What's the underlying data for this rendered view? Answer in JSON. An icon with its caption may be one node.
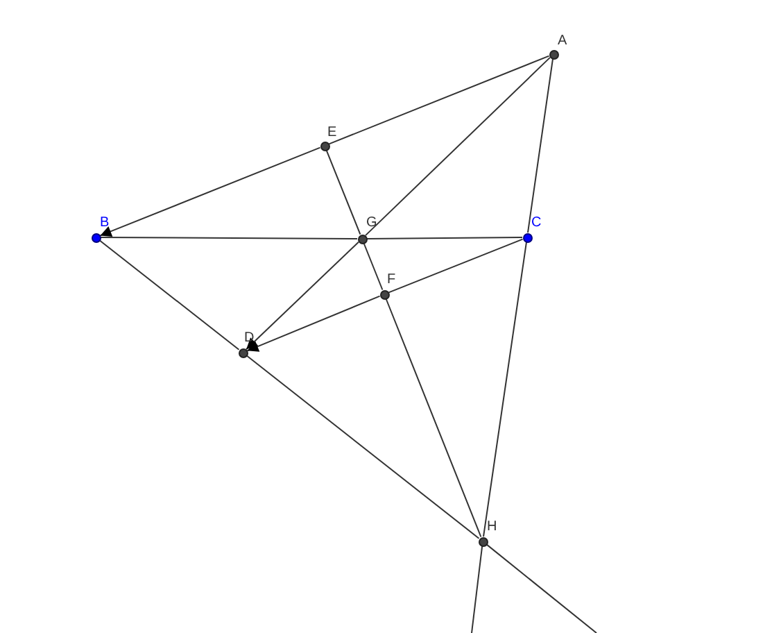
{
  "diagram": {
    "nodes": [
      {
        "text": [],
        "shape": "circle",
        "beside": [
          "A"
        ]
      },
      {
        "text": [],
        "shape": "circle",
        "beside": [
          "E"
        ]
      },
      {
        "text": [],
        "shape": "circle",
        "beside": [
          "B"
        ]
      },
      {
        "text": [],
        "shape": "circle",
        "beside": [
          "G"
        ]
      },
      {
        "text": [],
        "shape": "circle",
        "beside": [
          "C"
        ]
      },
      {
        "text": [],
        "shape": "circle",
        "beside": [
          "F"
        ]
      },
      {
        "text": [],
        "shape": "circle",
        "beside": [
          "D"
        ]
      },
      {
        "text": [],
        "shape": "circle",
        "beside": [
          "H"
        ]
      }
    ],
    "edges": [
      {
        "from": 0,
        "to": 1,
        "arrow": "none"
      },
      {
        "from": 1,
        "to": 2,
        "arrow": "to"
      },
      {
        "from": 0,
        "to": 3,
        "arrow": "none"
      },
      {
        "from": 3,
        "to": 6,
        "arrow": "to"
      },
      {
        "from": 4,
        "to": 5,
        "arrow": "none"
      },
      {
        "from": 5,
        "to": 6,
        "arrow": "to"
      },
      {
        "from": 2,
        "to": 3,
        "arrow": "none"
      },
      {
        "from": 3,
        "to": 4,
        "arrow": "none"
      },
      {
        "from": 1,
        "to": 3,
        "arrow": "none"
      },
      {
        "from": 3,
        "to": 5,
        "arrow": "none"
      },
      {
        "from": 5,
        "to": 7,
        "arrow": "none"
      },
      {
        "from": 0,
        "to": 4,
        "arrow": "none"
      },
      {
        "from": 4,
        "to": 7,
        "arrow": "none"
      },
      {
        "from": 7,
        "to": null,
        "arrow": "none"
      },
      {
        "from": 2,
        "to": 6,
        "arrow": "none"
      },
      {
        "from": 6,
        "to": 7,
        "arrow": "none"
      },
      {
        "from": 7,
        "to": null,
        "arrow": "none"
      }
    ]
  }
}
